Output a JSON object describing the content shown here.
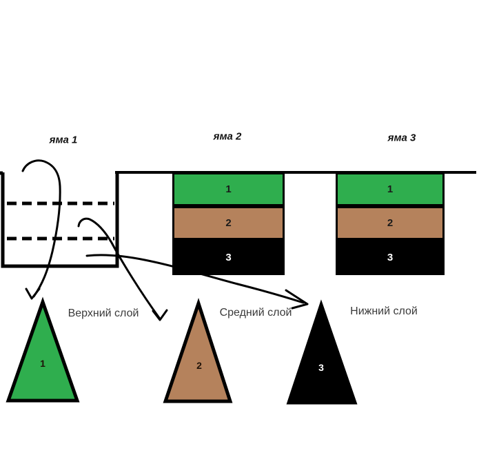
{
  "pits": [
    {
      "title": "яма 1",
      "type": "empty-outline-with-dashed-levels"
    },
    {
      "title": "яма 2",
      "layers": [
        {
          "label": "1"
        },
        {
          "label": "2"
        },
        {
          "label": "3"
        }
      ]
    },
    {
      "title": "яма 3",
      "layers": [
        {
          "label": "1"
        },
        {
          "label": "2"
        },
        {
          "label": "3"
        }
      ]
    }
  ],
  "legend": [
    {
      "number": "1",
      "name": "Верхний слой",
      "color": "#2fae4e"
    },
    {
      "number": "2",
      "name": "Средний слой",
      "color": "#b5825c"
    },
    {
      "number": "3",
      "name": "Нижний слой",
      "color": "#000000"
    }
  ],
  "colors": {
    "outline": "#000000",
    "background": "#ffffff",
    "label_text": "#3a3a3a"
  }
}
